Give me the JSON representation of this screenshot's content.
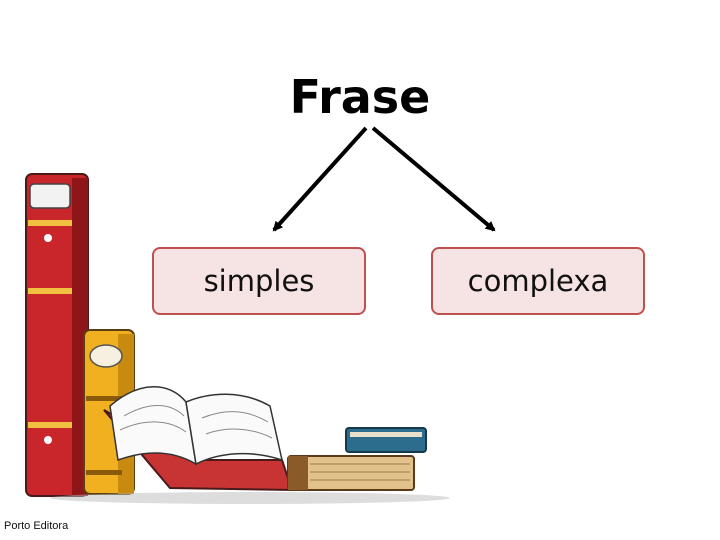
{
  "diagram": {
    "title": "Frase",
    "branches": [
      {
        "label": "simples"
      },
      {
        "label": "complexa"
      }
    ]
  },
  "footer": {
    "publisher": "Porto Editora"
  },
  "illustration": {
    "icon": "books-icon",
    "description": "stack-of-books"
  }
}
